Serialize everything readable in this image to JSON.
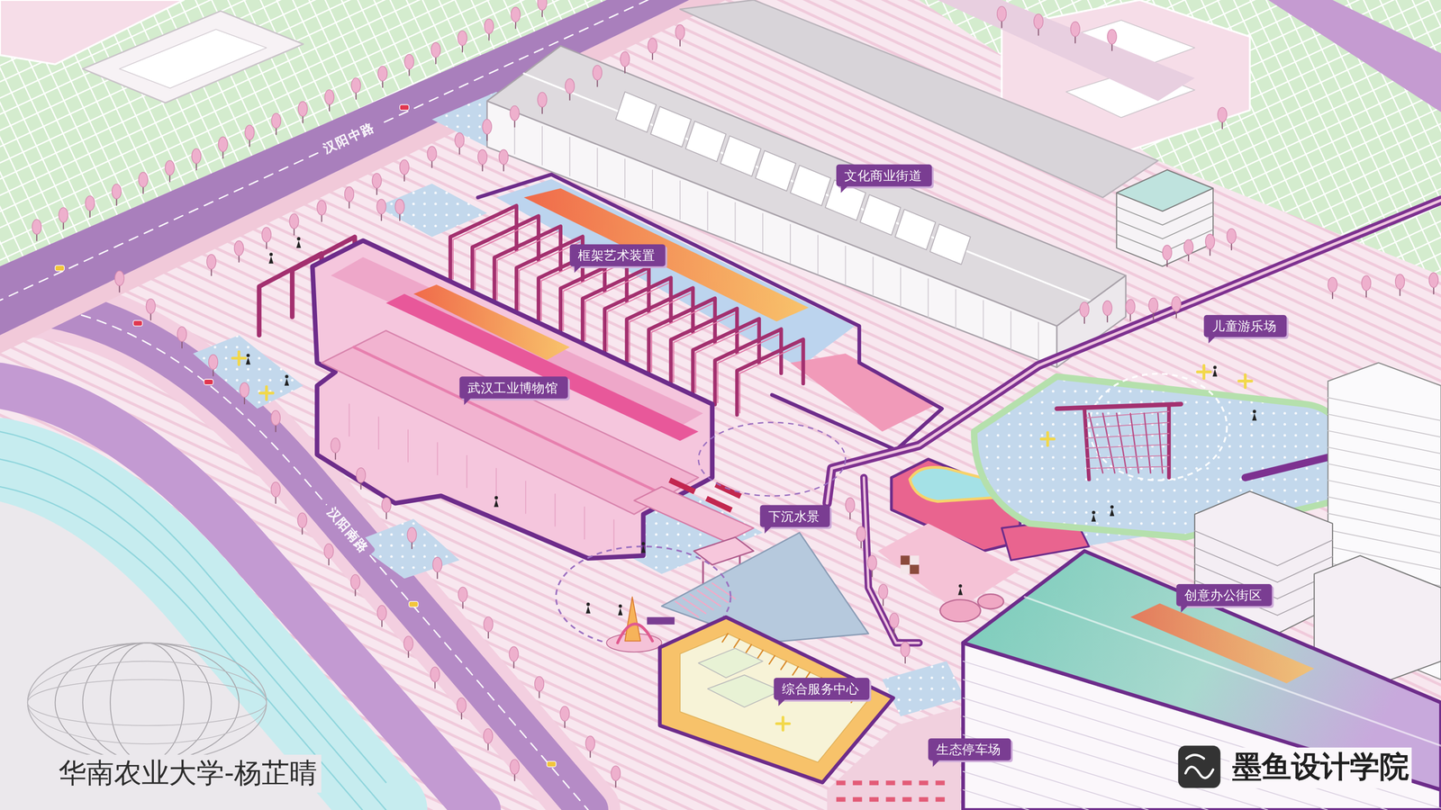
{
  "diagram": {
    "caption": "华南农业大学-杨芷晴",
    "nodes": [
      {
        "text": [
          "文化商业街道"
        ]
      },
      {
        "text": [
          "框架艺术装置"
        ]
      },
      {
        "text": [
          "儿童游乐场"
        ]
      },
      {
        "text": [
          "武汉工业博物馆"
        ]
      },
      {
        "text": [
          "下沉水景"
        ]
      },
      {
        "text": [
          "创意办公街区"
        ]
      },
      {
        "text": [
          "综合服务中心"
        ]
      },
      {
        "text": [
          "生态停车场"
        ]
      }
    ],
    "labels": [
      "汉阳中路",
      "汉阳南路",
      "墨鱼设计学院"
    ]
  }
}
